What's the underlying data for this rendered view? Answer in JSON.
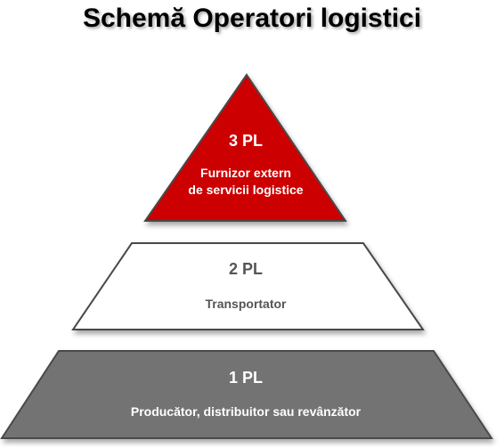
{
  "title": "Schemă Operatori logistici",
  "levels": [
    {
      "title": "3 PL",
      "desc_line1": "Furnizor extern",
      "desc_line2": "de servicii logistice",
      "fill": "#cc0000",
      "text_color": "#ffffff"
    },
    {
      "title": "2 PL",
      "desc_line1": "Transportator",
      "fill": "#ffffff",
      "text_color": "#555555"
    },
    {
      "title": "1 PL",
      "desc_line1": "Producător, distribuitor sau revânzător",
      "fill": "#737373",
      "text_color": "#ffffff"
    }
  ]
}
